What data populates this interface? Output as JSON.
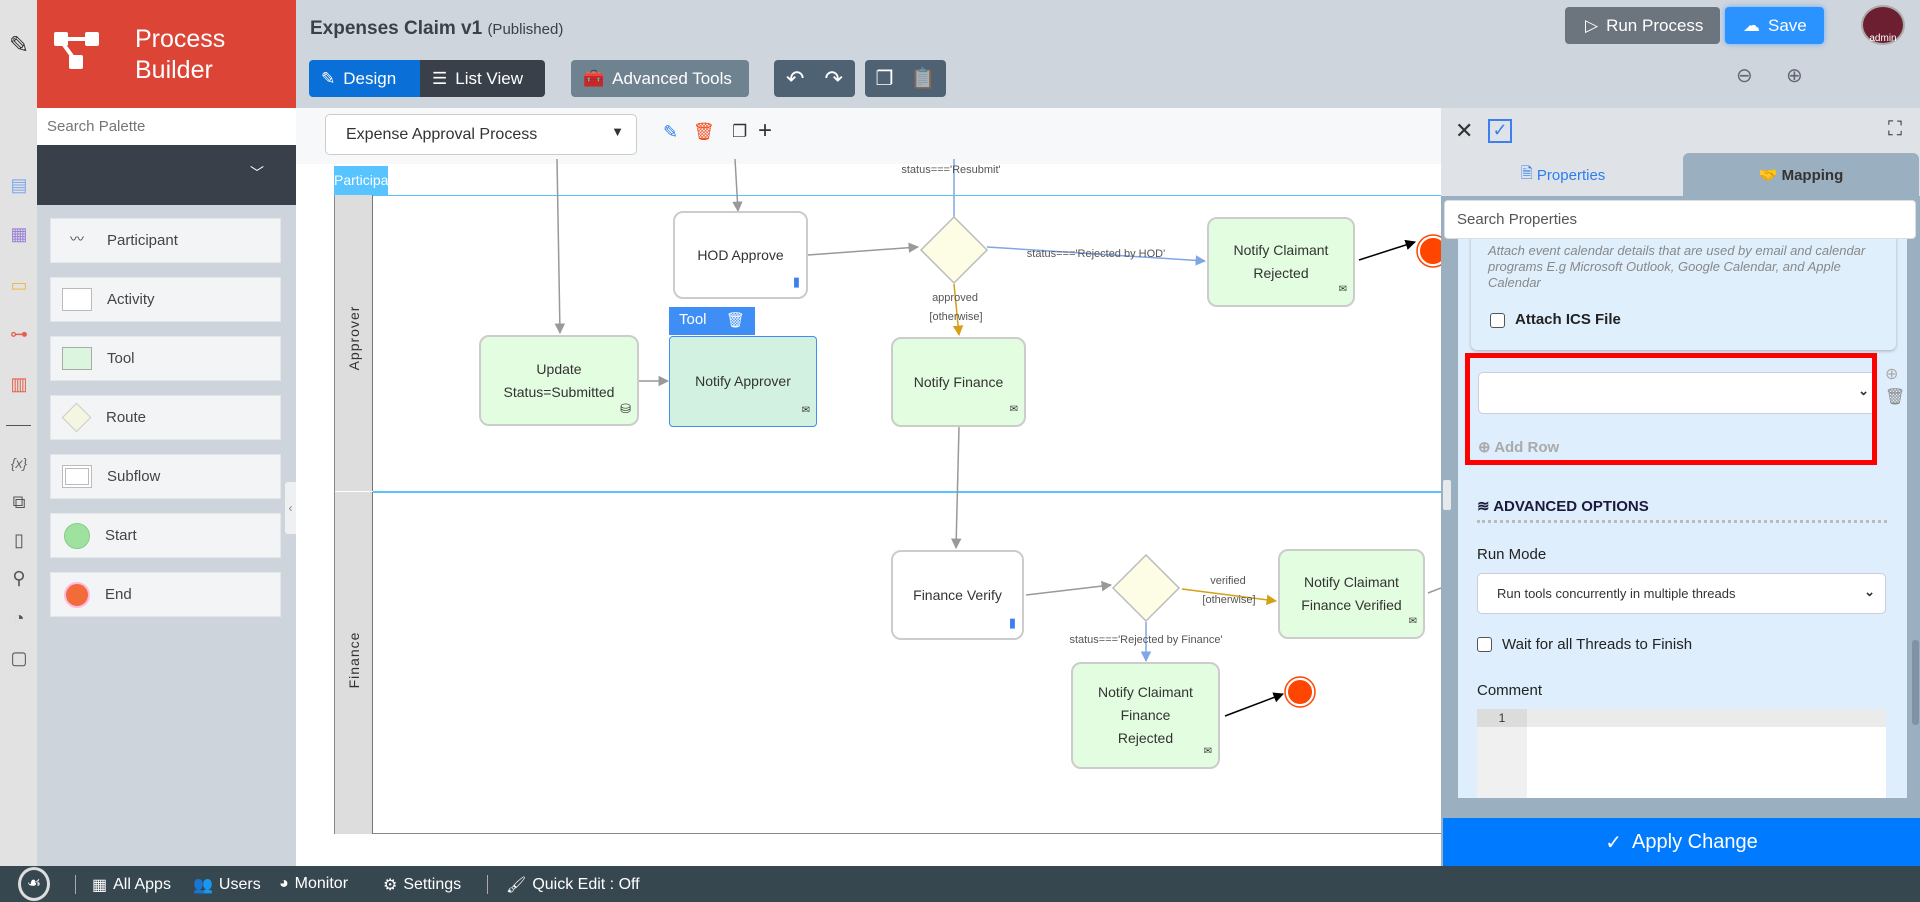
{
  "app": {
    "name_line1": "Process",
    "name_line2": "Builder",
    "brand_color": "#dc4436"
  },
  "header": {
    "title": "Expenses Claim v1",
    "status": "(Published)",
    "design_label": "Design",
    "list_view_label": "List View",
    "advanced_tools_label": "Advanced Tools",
    "run_process_label": "Run Process",
    "save_label": "Save",
    "avatar_label": "admin"
  },
  "palette": {
    "search_placeholder": "Search Palette",
    "items": [
      {
        "label": "Participant",
        "icon": "swimmer-icon"
      },
      {
        "label": "Activity",
        "icon": "white-rect"
      },
      {
        "label": "Tool",
        "icon": "green-rect"
      },
      {
        "label": "Route",
        "icon": "diamond"
      },
      {
        "label": "Subflow",
        "icon": "double-rect"
      },
      {
        "label": "Start",
        "icon": "green-circle"
      },
      {
        "label": "End",
        "icon": "red-circle"
      }
    ]
  },
  "canvas": {
    "process_select": "Expense Approval Process",
    "pool_label": "Participant",
    "lanes": [
      "Approver",
      "Finance"
    ],
    "nodes": {
      "hod_approve": "HOD Approve",
      "update_status_1": "Update",
      "update_status_2": "Status=Submitted",
      "notify_approver": "Notify Approver",
      "notify_finance": "Notify Finance",
      "notify_claimant_rejected_1": "Notify Claimant",
      "notify_claimant_rejected_2": "Rejected",
      "finance_verify": "Finance Verify",
      "finance_verified_1": "Notify Claimant",
      "finance_verified_2": "Finance Verified",
      "finance_rejected_1": "Notify Claimant",
      "finance_rejected_2": "Finance",
      "finance_rejected_3": "Rejected"
    },
    "tool_badge": "Tool",
    "edge_labels": {
      "resubmit": "status==='Resubmit'",
      "rejected_hod": "status==='Rejected by HOD'",
      "approved": "approved",
      "otherwise1": "[otherwise]",
      "verified": "verified",
      "otherwise2": "[otherwise]",
      "rejected_finance": "status==='Rejected by Finance'"
    }
  },
  "panel": {
    "tab_properties": "Properties",
    "tab_mapping": "Mapping",
    "search_placeholder": "Search Properties",
    "ics_description": "Attach event calendar details that are used by email and calendar programs E.g Microsoft Outlook, Google Calendar, and Apple Calendar",
    "attach_ics": "Attach ICS File",
    "add_row": "Add Row",
    "advanced_options": "ADVANCED OPTIONS",
    "run_mode_label": "Run Mode",
    "run_mode_value": "Run tools concurrently in multiple threads",
    "wait_threads": "Wait for all Threads to Finish",
    "comment_label": "Comment",
    "line_number": "1",
    "apply_label": "Apply Change"
  },
  "bottombar": {
    "all_apps": "All Apps",
    "users": "Users",
    "monitor": "Monitor",
    "settings": "Settings",
    "quick_edit": "Quick Edit : Off"
  },
  "colors": {
    "primary": "#007bff",
    "highlight": "#ff0000",
    "tool_fill": "#e3fde0",
    "end": "#ff4500"
  }
}
